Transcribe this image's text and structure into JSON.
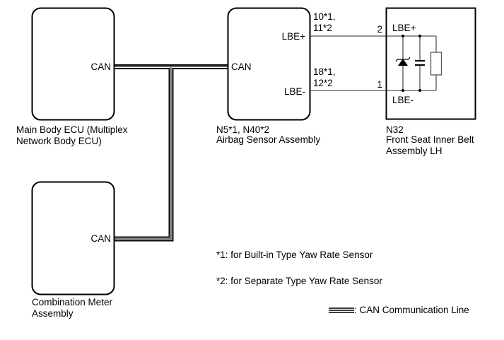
{
  "components": {
    "main_body_ecu": {
      "port_label": "CAN",
      "caption_lines": [
        "Main Body ECU (Multiplex",
        "Network Body ECU)"
      ]
    },
    "combination_meter": {
      "port_label": "CAN",
      "caption_lines": [
        "Combination Meter",
        "Assembly"
      ]
    },
    "airbag_sensor": {
      "port_can": "CAN",
      "port_lbe_plus": "LBE+",
      "port_lbe_minus": "LBE-",
      "pin_lbe_plus_lines": [
        "10*1,",
        "11*2"
      ],
      "pin_lbe_minus_lines": [
        "18*1,",
        "12*2"
      ],
      "caption_lines": [
        "N5*1, N40*2",
        "Airbag Sensor Assembly"
      ]
    },
    "front_seat_belt": {
      "pin_plus": "2",
      "pin_minus": "1",
      "label_plus": "LBE+",
      "label_minus": "LBE-",
      "caption_lines": [
        "N32",
        "Front Seat Inner Belt",
        "Assembly LH"
      ],
      "internal_elements": [
        "zener-diode",
        "capacitor",
        "resistor"
      ]
    }
  },
  "notes": [
    "*1: for Built-in Type Yaw Rate Sensor",
    "*2: for Separate Type Yaw Rate Sensor"
  ],
  "legend": {
    "can_line_label": ": CAN Communication Line"
  },
  "colors": {
    "line": "#000000",
    "signal_wire": "#555555",
    "background": "#ffffff"
  }
}
